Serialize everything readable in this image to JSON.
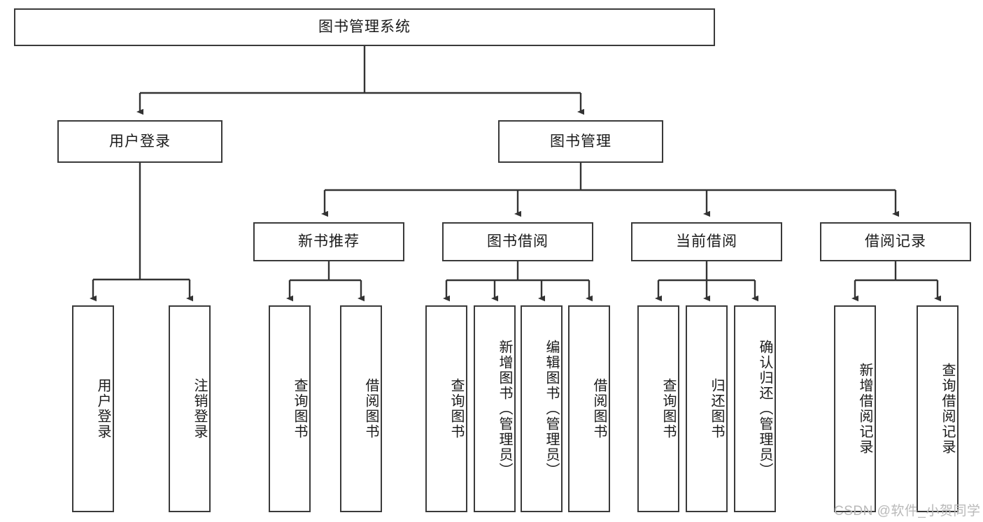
{
  "diagram": {
    "title": "图书管理系统",
    "watermark": "CSDN @软件_小贺同学",
    "colors": {
      "background": "#ffffff",
      "box_border": "#3a3a3a",
      "connector": "#333333",
      "text": "#1a1a1a",
      "watermark": "#b9b9b9"
    },
    "nodes": {
      "root": "图书管理系统",
      "user_login": "用户登录",
      "book_manage": "图书管理",
      "new_book_rec": "新书推荐",
      "book_borrow": "图书借阅",
      "current_borrow": "当前借阅",
      "borrow_record": "借阅记录",
      "leaf_user_login": "用户登录",
      "leaf_logout_login": "注销登录",
      "leaf_query_book_1": "查询图书",
      "leaf_borrow_book_1": "借阅图书",
      "leaf_query_book_2": "查询图书",
      "leaf_add_book_admin": "新增图书（管理员）",
      "leaf_edit_book_admin": "编辑图书（管理员）",
      "leaf_borrow_book_2": "借阅图书",
      "leaf_query_book_3": "查询图书",
      "leaf_return_book": "归还图书",
      "leaf_confirm_return_admin": "确认归还（管理员）",
      "leaf_add_borrow_record": "新增借阅记录",
      "leaf_query_borrow_record": "查询借阅记录"
    }
  }
}
